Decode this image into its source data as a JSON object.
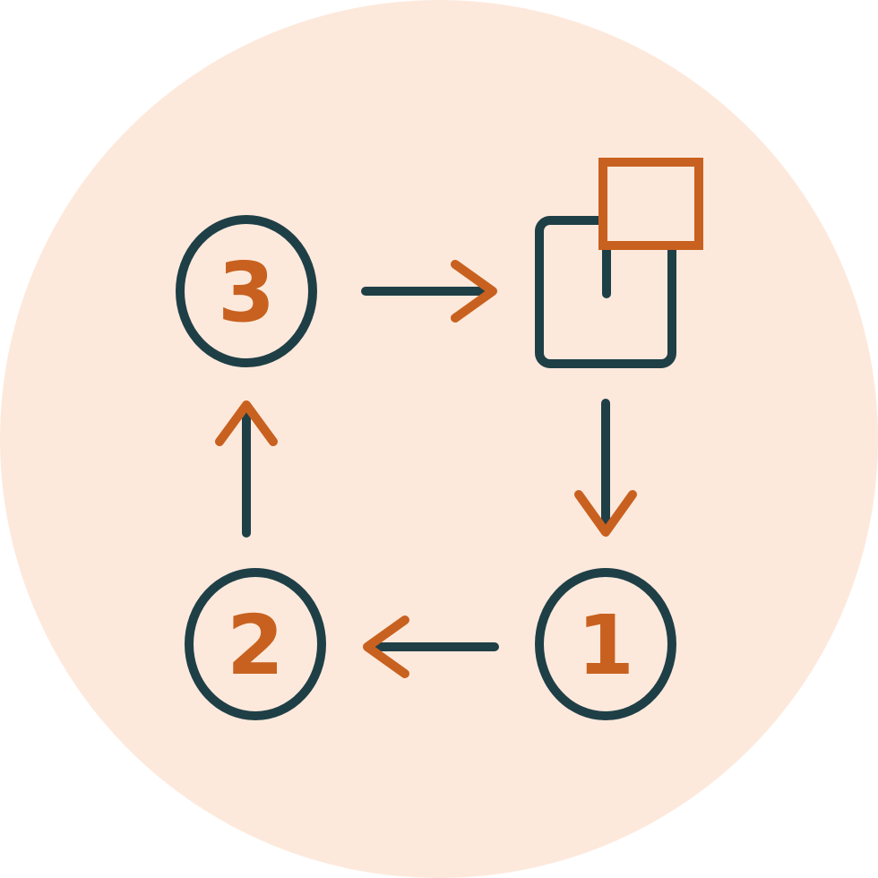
{
  "icon": {
    "name": "workflow-cycle-icon",
    "steps": [
      {
        "id": "step-1",
        "label": "1"
      },
      {
        "id": "step-2",
        "label": "2"
      },
      {
        "id": "step-3",
        "label": "3"
      }
    ],
    "colors": {
      "background_circle": "#fde9dc",
      "outline": "#1f3f47",
      "accent": "#c8611f"
    }
  }
}
